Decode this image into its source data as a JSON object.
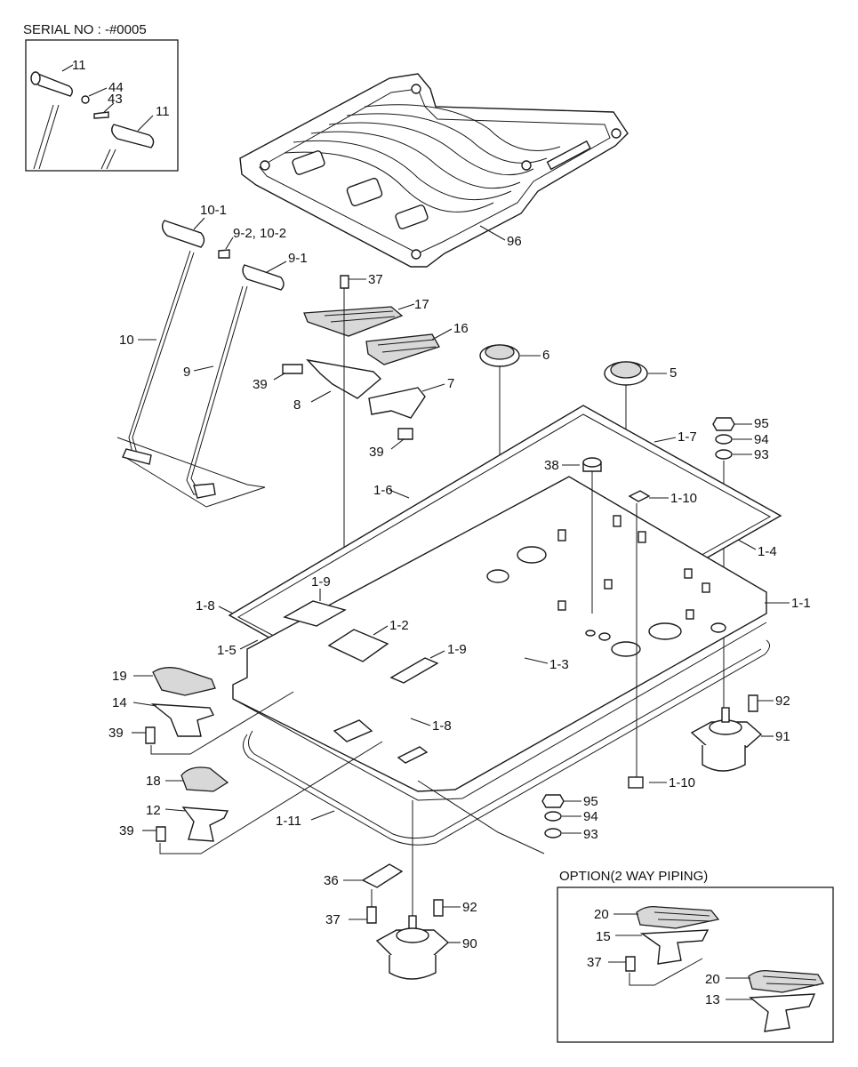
{
  "serial_label": "SERIAL NO : -#0005",
  "option_label": "OPTION(2 WAY PIPING)",
  "labels": {
    "p11a": "11",
    "p44": "44",
    "p43": "43",
    "p11b": "11",
    "p10_1": "10-1",
    "p9_2": "9-2, 10-2",
    "p9_1": "9-1",
    "p10": "10",
    "p9": "9",
    "p96": "96",
    "p37a": "37",
    "p17": "17",
    "p16": "16",
    "p6": "6",
    "p5": "5",
    "p39a": "39",
    "p7": "7",
    "p8": "8",
    "p39b": "39",
    "p95a": "95",
    "p94a": "94",
    "p93a": "93",
    "p1_7": "1-7",
    "p38": "38",
    "p1_10a": "1-10",
    "p1_6": "1-6",
    "p1_4": "1-4",
    "p1_1": "1-1",
    "p1_9a": "1-9",
    "p1_8a": "1-8",
    "p1_2": "1-2",
    "p1_9b": "1-9",
    "p1_5": "1-5",
    "p1_3": "1-3",
    "p19": "19",
    "p14": "14",
    "p92a": "92",
    "p91": "91",
    "p39c": "39",
    "p1_8b": "1-8",
    "p18": "18",
    "p1_10b": "1-10",
    "p95b": "95",
    "p12": "12",
    "p94b": "94",
    "p39d": "39",
    "p1_11": "1-11",
    "p93b": "93",
    "p36": "36",
    "p37b": "37",
    "p92b": "92",
    "p90": "90",
    "p20a": "20",
    "p15": "15",
    "p37c": "37",
    "p20b": "20",
    "p13": "13"
  }
}
